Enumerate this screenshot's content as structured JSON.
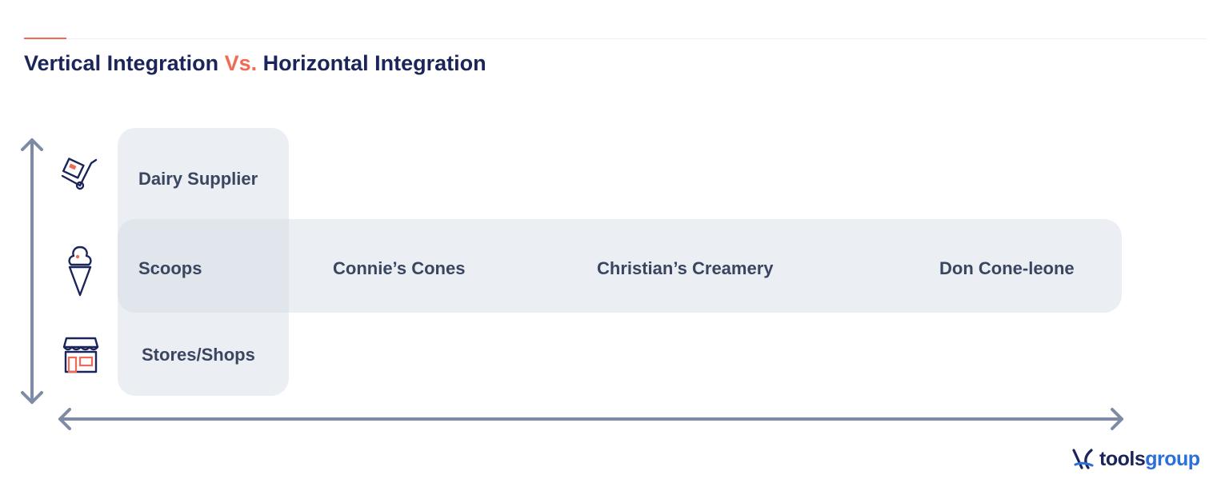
{
  "title": {
    "part1": "Vertical Integration ",
    "vs": "Vs.",
    "part2": " Horizontal Integration"
  },
  "vertical_chain": [
    {
      "label": "Dairy Supplier",
      "icon": "hand-truck-icon"
    },
    {
      "label": "Scoops",
      "icon": "ice-cream-cone-icon"
    },
    {
      "label": "Stores/Shops",
      "icon": "storefront-icon"
    }
  ],
  "horizontal_competitors": [
    "Connie’s Cones",
    "Christian’s Creamery",
    "Don Cone-leone"
  ],
  "logo": {
    "text_main": "tools",
    "text_accent": "group"
  },
  "colors": {
    "title": "#1b2559",
    "accent": "#f06a55",
    "arrow": "#7d8ba4",
    "panel": "#d7dee8",
    "logo_accent": "#2a6fdb"
  }
}
